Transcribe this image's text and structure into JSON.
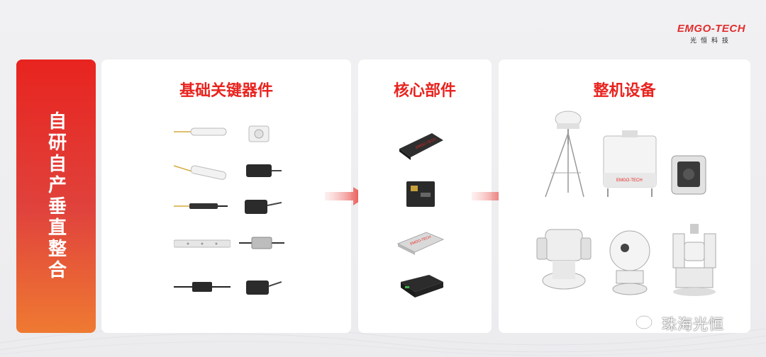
{
  "logo": {
    "brand": "EMGO-TECH",
    "cn": "光恒科技"
  },
  "sidebar": {
    "text": "自研自产垂直整合"
  },
  "panels": [
    {
      "title": "基础关键器件"
    },
    {
      "title": "核心部件"
    },
    {
      "title": "整机设备"
    }
  ],
  "products": {
    "device_label": "EMGO-TECH"
  },
  "watermark": {
    "text": "珠海光恒"
  },
  "colors": {
    "accent": "#e8241f",
    "panel": "#ffffff",
    "background": "#efeff1"
  }
}
